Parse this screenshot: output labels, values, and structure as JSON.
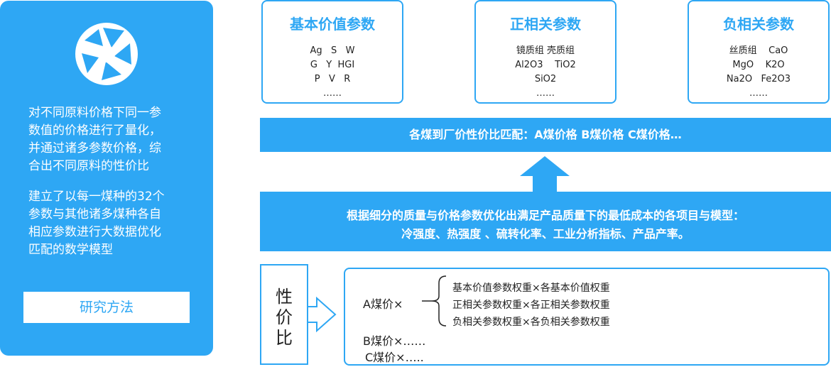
{
  "left_panel": {
    "logo_icon": "camera-aperture-icon",
    "paragraph1": [
      "对不同原料价格下同一参",
      "数值的价格进行了量化，",
      "并通过诸多参数价格，综",
      "合出不同原料的性价比"
    ],
    "paragraph2": [
      "建立了以每一煤种的32个",
      "参数与其他诸多煤种各自",
      "相应参数进行大数据优化",
      "匹配的数学模型"
    ],
    "method_button": "研究方法"
  },
  "cards": [
    {
      "title": "基本价值参数",
      "lines": [
        "Ag   S   W",
        "G   Y  HGI",
        "P   V   R",
        "……"
      ]
    },
    {
      "title": "正相关参数",
      "lines": [
        "镜质组 壳质组",
        "Al2O3    TiO2",
        "SiO2",
        "……"
      ]
    },
    {
      "title": "负相关参数",
      "lines": [
        "丝质组    CaO",
        "MgO    K2O",
        "Na2O   Fe2O3",
        "……"
      ]
    }
  ],
  "match_bar": "各煤到厂价性价比匹配：A煤价格 B煤价格 C煤价格…",
  "model_bar": {
    "line1": "根据细分的质量与价格参数优化出满足产品质量下的最低成本的各项目与模型：",
    "line2": "冷强度、热强度 、硫转化率、工业分析指标、产品产率。"
  },
  "xing_label": [
    "性",
    "价",
    "比"
  ],
  "formula": {
    "a": "A煤价×",
    "weights": [
      "基本价值参数权重×各基本价值权重",
      "正相关参数权重×各正相关参数权重",
      "负相关参数权重×各负相关参数权重"
    ],
    "b": "B煤价×……",
    "c": "C煤价×….."
  },
  "colors": {
    "accent": "#2ea7f4",
    "text": "#222222"
  }
}
